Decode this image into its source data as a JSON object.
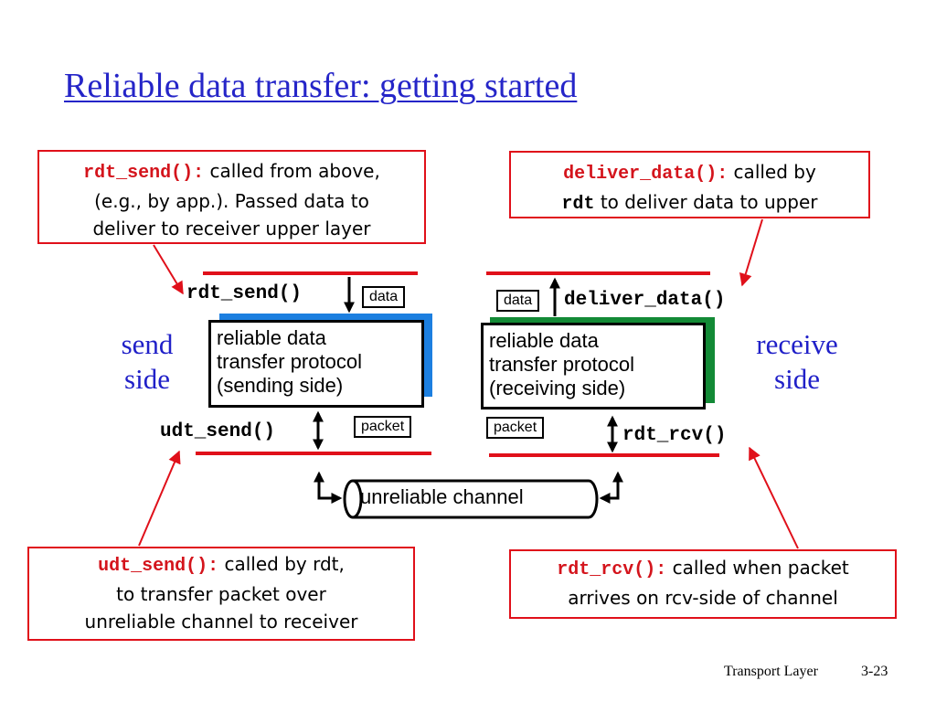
{
  "slide": {
    "title": "Reliable data transfer: getting started",
    "footer_left": "Transport Layer",
    "footer_right": "3-23"
  },
  "callouts": {
    "rdt_send": {
      "fn": "rdt_send():",
      "line1_rest": " called from above,",
      "line2": "(e.g., by app.). Passed data to",
      "line3": "deliver to receiver upper layer"
    },
    "deliver_data": {
      "fn": "deliver_data():",
      "line1_rest": " called by",
      "line2_mono": "rdt",
      "line2_rest": " to deliver data to upper"
    },
    "udt_send": {
      "fn": "udt_send():",
      "line1_rest": " called by rdt,",
      "line2": "to transfer packet over",
      "line3": "unreliable channel to receiver"
    },
    "rdt_rcv": {
      "fn": "rdt_rcv():",
      "line1_rest": " called when packet",
      "line2": "arrives on rcv-side of channel"
    }
  },
  "diagram": {
    "send_fn": "rdt_send()",
    "udt_fn": "udt_send()",
    "deliver_fn": "deliver_data()",
    "rcv_fn": "rdt_rcv()",
    "data_tag_send": "data",
    "data_tag_recv": "data",
    "packet_tag_send": "packet",
    "packet_tag_recv": "packet",
    "send_side_line1": "send",
    "send_side_line2": "side",
    "recv_side_line1": "receive",
    "recv_side_line2": "side",
    "send_proto": {
      "line1": "reliable data",
      "line2": "transfer protocol",
      "line3": "(sending side)"
    },
    "recv_proto": {
      "line1": "reliable data",
      "line2": "transfer protocol",
      "line3": "(receiving side)"
    },
    "channel_label": "unreliable channel"
  },
  "colors": {
    "title": "#2525c8",
    "callout_border": "#e0101a",
    "function_name": "#d4141c",
    "side_label": "#2020c8",
    "send_shadow": "#1c7fe0",
    "recv_shadow": "#138a36",
    "layer_line": "#e0101a"
  }
}
